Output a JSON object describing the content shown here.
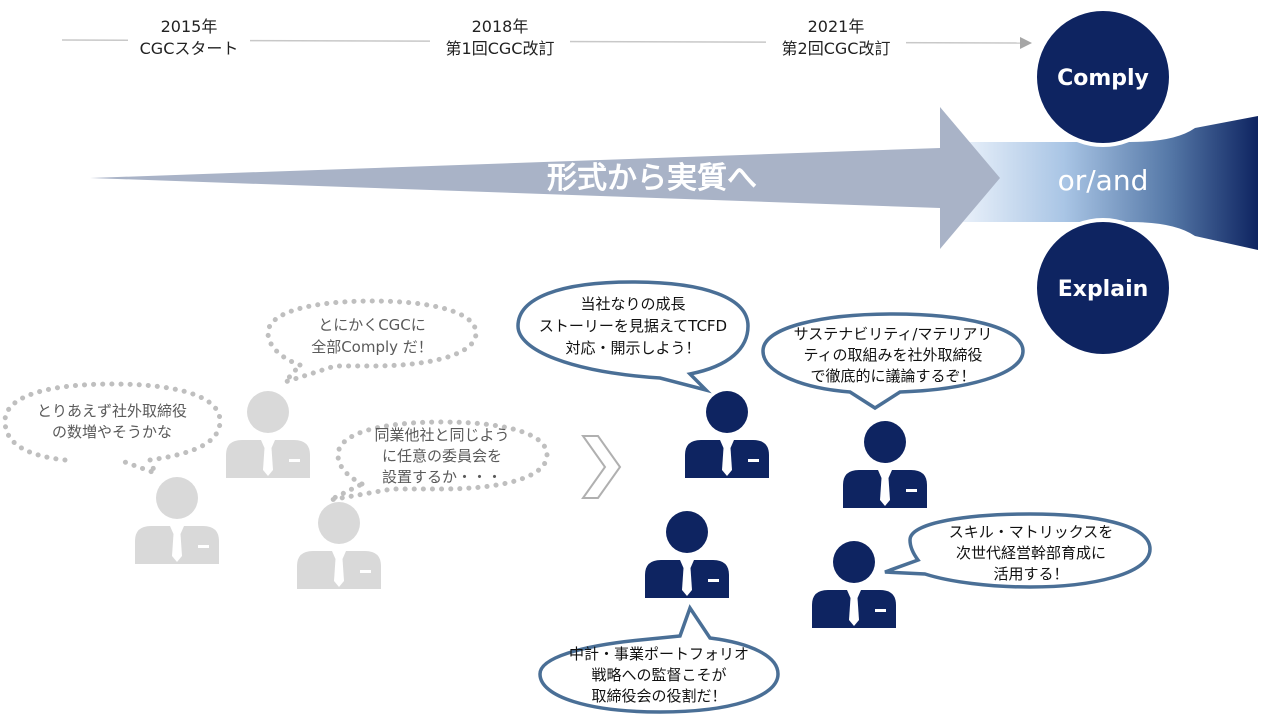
{
  "timeline": [
    {
      "year": "2015年",
      "label": "CGCスタート"
    },
    {
      "year": "2018年",
      "label": "第1回CGC改訂"
    },
    {
      "year": "2021年",
      "label": "第2回CGC改訂"
    }
  ],
  "big_arrow": {
    "text": "形式から実質へ"
  },
  "choice": {
    "top": "Comply",
    "middle": "or/and",
    "bottom": "Explain"
  },
  "bubbles_before": [
    {
      "lines": [
        "とりあえず社外取締役",
        "の数増やそうかな"
      ]
    },
    {
      "lines": [
        "とにかくCGCに",
        "全部Comply だ！"
      ]
    },
    {
      "lines": [
        "同業他社と同じよう",
        "に任意の委員会を",
        "設置するか・・・"
      ]
    }
  ],
  "bubbles_after": [
    {
      "lines": [
        "当社なりの成長",
        "ストーリーを見据えてTCFD",
        "対応・開示しよう！"
      ]
    },
    {
      "lines": [
        "サステナビリティ/マテリアリ",
        "ティの取組みを社外取締役",
        "で徹底的に議論するぞ！"
      ]
    },
    {
      "lines": [
        "スキル・マトリックスを",
        "次世代経営幹部育成に",
        "活用する！"
      ]
    },
    {
      "lines": [
        "中計・事業ポートフォリオ",
        "戦略への監督こそが",
        "取締役会の役割だ！"
      ]
    }
  ],
  "colors": {
    "navy": "#0e2461",
    "gray_person": "#d9d9d9",
    "arrow_gray": "#a9b3c7",
    "bubble_border": "#4a6f96",
    "dots": "#bfbfbf"
  }
}
